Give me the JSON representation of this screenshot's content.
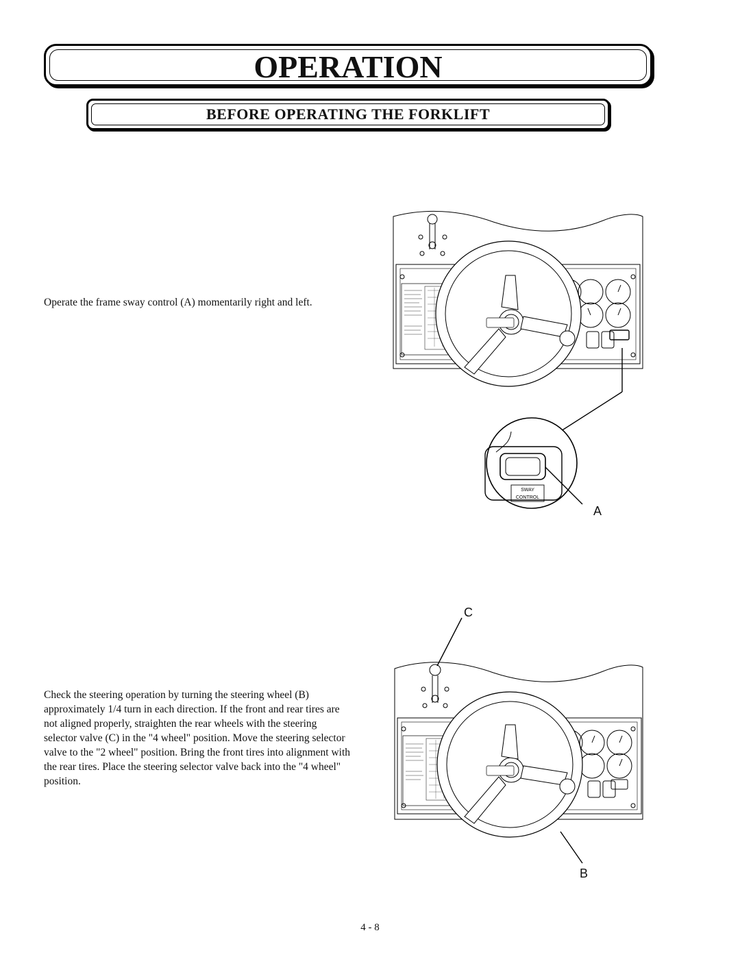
{
  "header": {
    "title": "OPERATION",
    "subtitle": "BEFORE OPERATING THE FORKLIFT"
  },
  "sections": [
    {
      "text": "Operate the frame sway control (A) momentarily right and left.",
      "figure": {
        "callout": "A",
        "detail_label_line1": "SWAY",
        "detail_label_line2": "CONTROL"
      }
    },
    {
      "text": "Check the steering operation by turning the steering wheel (B) approximately 1/4 turn in each direction. If the front and rear tires are not aligned properly, straighten the rear wheels with the steering selector valve (C) in the \"4 wheel\" position. Move the steering selector valve to the \"2 wheel\" position. Bring the front tires into alignment with the rear tires. Place the steering selector valve back into the \"4 wheel\" position.",
      "figure": {
        "callouts": [
          "C",
          "B"
        ]
      }
    }
  ],
  "page_number": "4 - 8"
}
